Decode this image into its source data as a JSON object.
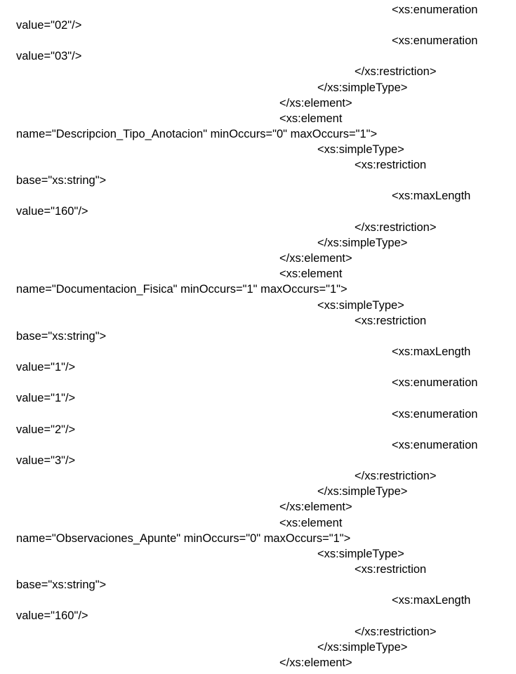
{
  "document": {
    "lines": [
      "<xs:enumeration",
      "value=\"02\"/>",
      "<xs:enumeration",
      "value=\"03\"/>",
      "</xs:restriction>",
      "</xs:simpleType>",
      "</xs:element>",
      "<xs:element",
      "name=\"Descripcion_Tipo_Anotacion\" minOccurs=\"0\" maxOccurs=\"1\">",
      "<xs:simpleType>",
      "<xs:restriction",
      "base=\"xs:string\">",
      "<xs:maxLength",
      "value=\"160\"/>",
      "</xs:restriction>",
      "</xs:simpleType>",
      "</xs:element>",
      "<xs:element",
      "name=\"Documentacion_Fisica\" minOccurs=\"1\" maxOccurs=\"1\">",
      "<xs:simpleType>",
      "<xs:restriction",
      "base=\"xs:string\">",
      "<xs:maxLength",
      "value=\"1\"/>",
      "<xs:enumeration",
      "value=\"1\"/>",
      "<xs:enumeration",
      "value=\"2\"/>",
      "<xs:enumeration",
      "value=\"3\"/>",
      "</xs:restriction>",
      "</xs:simpleType>",
      "</xs:element>",
      "<xs:element",
      "name=\"Observaciones_Apunte\" minOccurs=\"0\" maxOccurs=\"1\">",
      "<xs:simpleType>",
      "<xs:restriction",
      "base=\"xs:string\">",
      "<xs:maxLength",
      "value=\"160\"/>",
      "</xs:restriction>",
      "</xs:simpleType>",
      "</xs:element>"
    ]
  }
}
